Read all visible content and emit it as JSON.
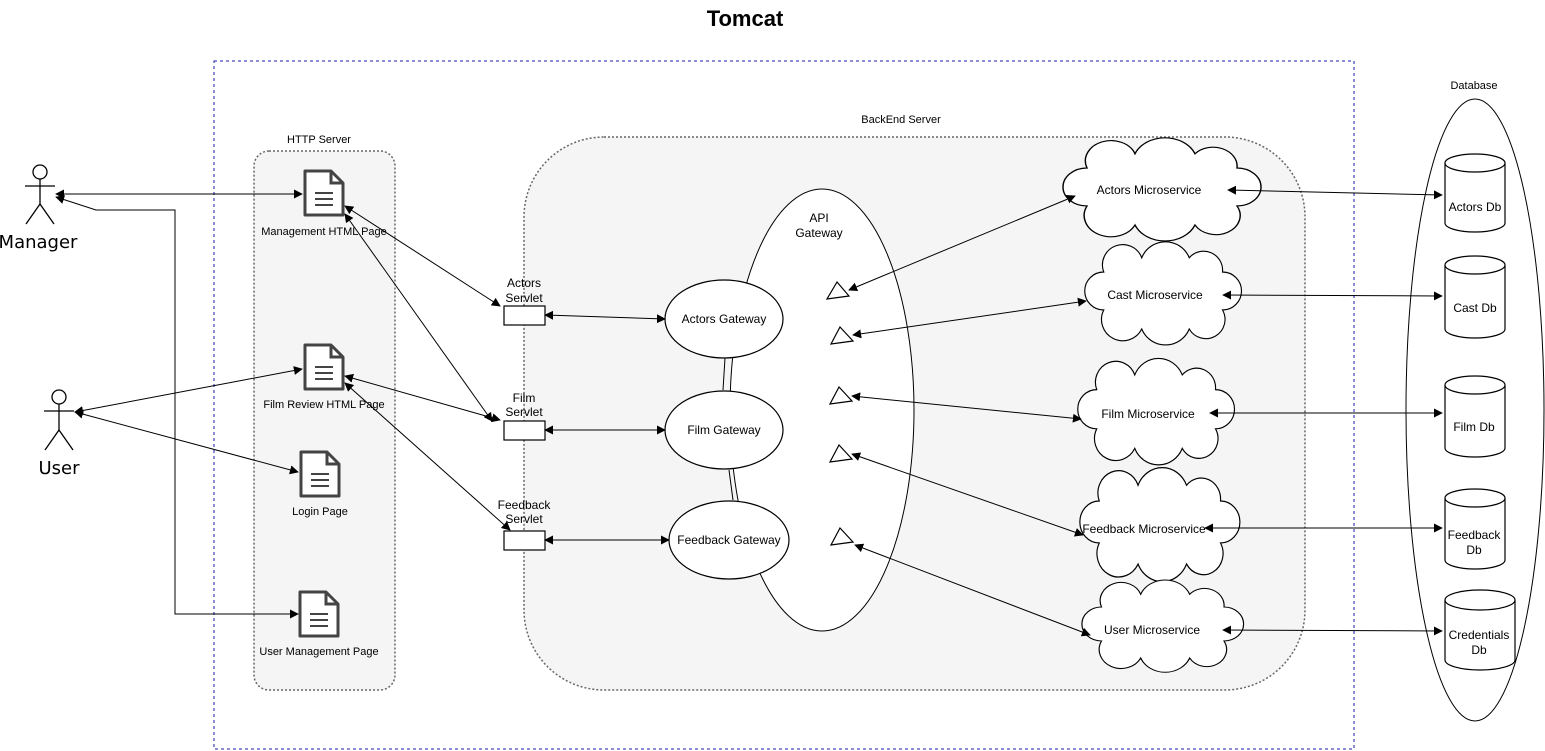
{
  "title": "Tomcat",
  "http_server": {
    "label": "HTTP Server",
    "pages": {
      "management": "Management HTML Page",
      "film_review": "Film Review HTML Page",
      "login": "Login Page",
      "user_management": "User Management Page"
    }
  },
  "backend": {
    "label": "BackEnd Server",
    "servlets": {
      "actors": [
        "Actors",
        "Servlet"
      ],
      "film": [
        "Film",
        "Servlet"
      ],
      "feedback": [
        "Feedback",
        "Servlet"
      ]
    },
    "api_gateway": [
      "API",
      "Gateway"
    ],
    "gateways": {
      "actors": "Actors Gateway",
      "film": "Film Gateway",
      "feedback": "Feedback Gateway"
    },
    "microservices": {
      "actors": "Actors Microservice",
      "cast": "Cast Microservice",
      "film": "Film Microservice",
      "feedback": "Feedback Microservice",
      "user": "User Microservice"
    }
  },
  "database": {
    "label": "Database",
    "dbs": {
      "actors": [
        "Actors Db"
      ],
      "cast": [
        "Cast Db"
      ],
      "film": [
        "Film Db"
      ],
      "feedback": [
        "Feedback",
        "Db"
      ],
      "credentials": [
        "Credentials",
        "Db"
      ]
    }
  },
  "actors": {
    "manager": "Manager",
    "user": "User"
  },
  "colors": {
    "tomcat_border": "#1a1aa6",
    "group_fill": "#f5f5f5",
    "group_border": "#666666"
  }
}
